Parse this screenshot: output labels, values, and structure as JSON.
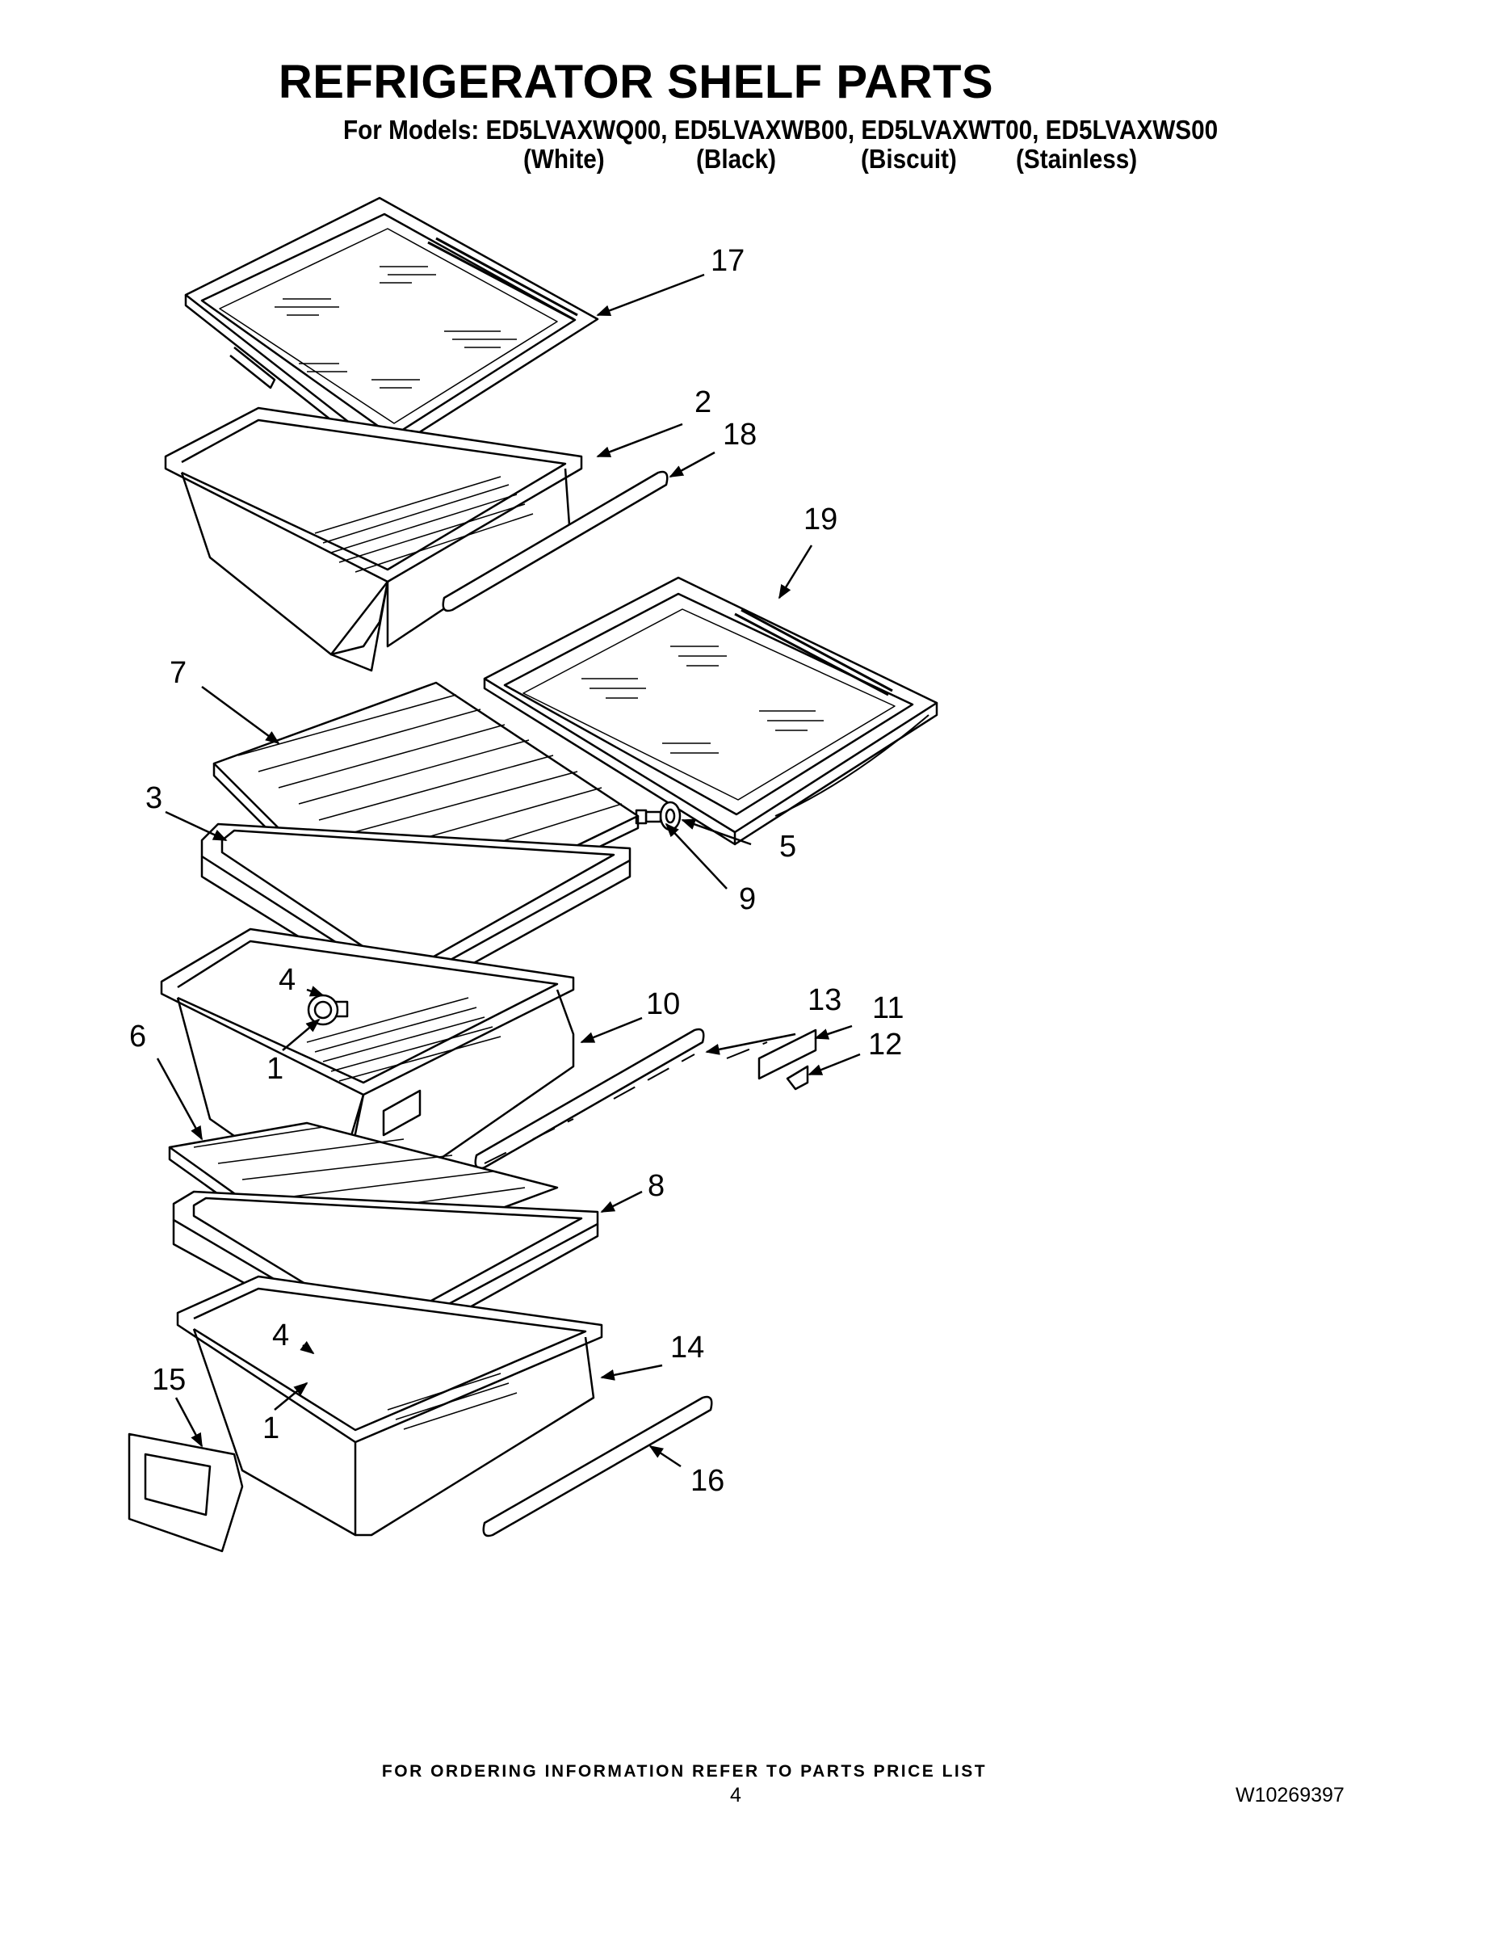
{
  "header": {
    "title": "REFRIGERATOR SHELF PARTS",
    "models_line": "For Models: ED5LVAXWQ00, ED5LVAXWB00, ED5LVAXWT00, ED5LVAXWS00",
    "variants": [
      "(White)",
      "(Black)",
      "(Biscuit)",
      "(Stainless)"
    ]
  },
  "diagram": {
    "callouts": [
      "17",
      "2",
      "18",
      "19",
      "7",
      "3",
      "5",
      "9",
      "4",
      "10",
      "13",
      "11",
      "12",
      "1",
      "6",
      "8",
      "4",
      "14",
      "15",
      "1",
      "16"
    ]
  },
  "footer": {
    "note": "FOR ORDERING INFORMATION REFER TO PARTS PRICE LIST",
    "page_number": "4",
    "document_number": "W10269397"
  }
}
